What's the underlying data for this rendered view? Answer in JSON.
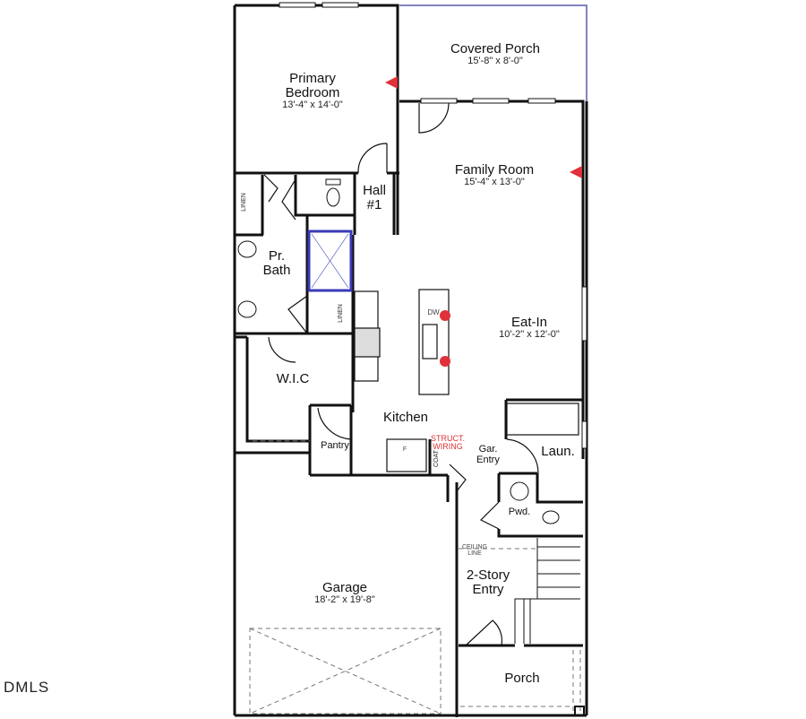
{
  "floor_plan": {
    "watermark": "DMLS",
    "rooms": [
      {
        "id": "primary-bedroom",
        "name_line1": "Primary",
        "name_line2": "Bedroom",
        "dims": "13'-4\" x 14'-0\""
      },
      {
        "id": "covered-porch",
        "name": "Covered Porch",
        "dims": "15'-8\" x 8'-0\""
      },
      {
        "id": "family-room",
        "name": "Family Room",
        "dims": "15'-4\" x 13'-0\""
      },
      {
        "id": "hall",
        "name_line1": "Hall",
        "name_line2": "#1"
      },
      {
        "id": "primary-bath",
        "name_line1": "Pr.",
        "name_line2": "Bath"
      },
      {
        "id": "eat-in",
        "name": "Eat-In",
        "dims": "10'-2\" x 12'-0\""
      },
      {
        "id": "wic",
        "name": "W.I.C"
      },
      {
        "id": "kitchen",
        "name": "Kitchen"
      },
      {
        "id": "pantry",
        "name": "Pantry"
      },
      {
        "id": "garage-entry",
        "name_line1": "Gar.",
        "name_line2": "Entry"
      },
      {
        "id": "laundry",
        "name": "Laun."
      },
      {
        "id": "powder",
        "name": "Pwd."
      },
      {
        "id": "garage",
        "name": "Garage",
        "dims": "18'-2\" x 19'-8\""
      },
      {
        "id": "two-story-entry",
        "name_line1": "2-Story",
        "name_line2": "Entry"
      },
      {
        "id": "porch",
        "name": "Porch"
      }
    ],
    "annotations": {
      "linen1": "LINEN",
      "linen2": "LINEN",
      "coat": "COAT",
      "dishwasher": "DW",
      "fridge": "F",
      "struct_wiring_line1": "STRUCT.",
      "struct_wiring_line2": "WIRING",
      "ceiling_line1": "CEILING",
      "ceiling_line2": "LINE"
    },
    "colors": {
      "wall": "#111111",
      "shower": "#3a3ab8",
      "porch_outline": "#5a5aa8",
      "marker": "#e0303a",
      "dashed": "#777777"
    }
  }
}
